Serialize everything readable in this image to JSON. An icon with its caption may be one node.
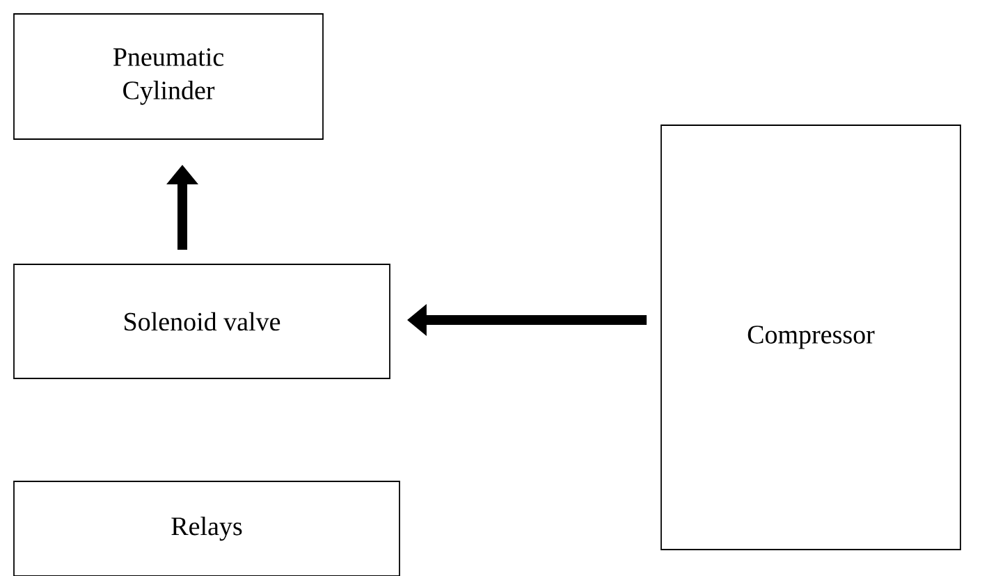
{
  "diagram": {
    "nodes": [
      {
        "text": [
          "Pneumatic Cylinder"
        ]
      },
      {
        "text": [
          "Solenoid valve"
        ]
      },
      {
        "text": [
          "Relays"
        ]
      },
      {
        "text": [
          "Compressor"
        ]
      }
    ],
    "edges": [
      {
        "from": 1,
        "to": 0,
        "arrow": "to"
      },
      {
        "from": 3,
        "to": 1,
        "arrow": "to"
      }
    ]
  }
}
